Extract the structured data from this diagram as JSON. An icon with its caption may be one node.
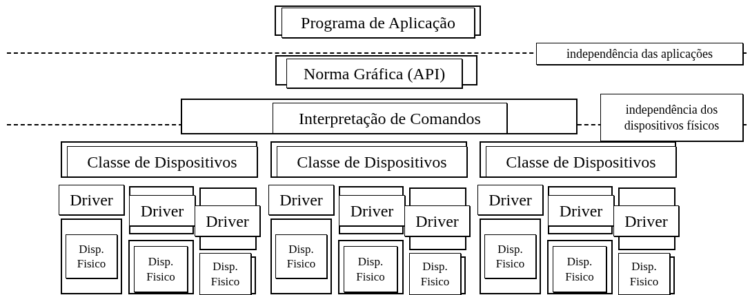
{
  "diagram": {
    "nodes": [
      {
        "text": [
          "Programa de Aplicação"
        ]
      },
      {
        "text": [
          "independência das aplicações"
        ]
      },
      {
        "text": [
          "Norma Gráfica (API)"
        ]
      },
      {
        "text": [
          "Interpretação de Comandos"
        ]
      },
      {
        "text": [
          "independência dos dispositivos físicos"
        ]
      },
      {
        "text": [
          "Classe de Dispositivos"
        ]
      },
      {
        "text": [
          "Driver"
        ]
      },
      {
        "text": [
          "Driver"
        ]
      },
      {
        "text": [
          "Driver"
        ]
      },
      {
        "text": [
          "Disp. Fisico"
        ]
      },
      {
        "text": [
          "Disp. Fisico"
        ]
      },
      {
        "text": [
          "Disp. Fisico"
        ]
      },
      {
        "text": [
          "Classe de Dispositivos"
        ]
      },
      {
        "text": [
          "Driver"
        ]
      },
      {
        "text": [
          "Driver"
        ]
      },
      {
        "text": [
          "Driver"
        ]
      },
      {
        "text": [
          "Disp. Fisico"
        ]
      },
      {
        "text": [
          "Disp. Fisico"
        ]
      },
      {
        "text": [
          "Disp. Fisico"
        ]
      },
      {
        "text": [
          "Classe de Dispositivos"
        ]
      },
      {
        "text": [
          "Driver"
        ]
      },
      {
        "text": [
          "Driver"
        ]
      },
      {
        "text": [
          "Driver"
        ]
      },
      {
        "text": [
          "Disp. Fisico"
        ]
      },
      {
        "text": [
          "Disp. Fisico"
        ]
      },
      {
        "text": [
          "Disp. Fisico"
        ]
      }
    ]
  }
}
